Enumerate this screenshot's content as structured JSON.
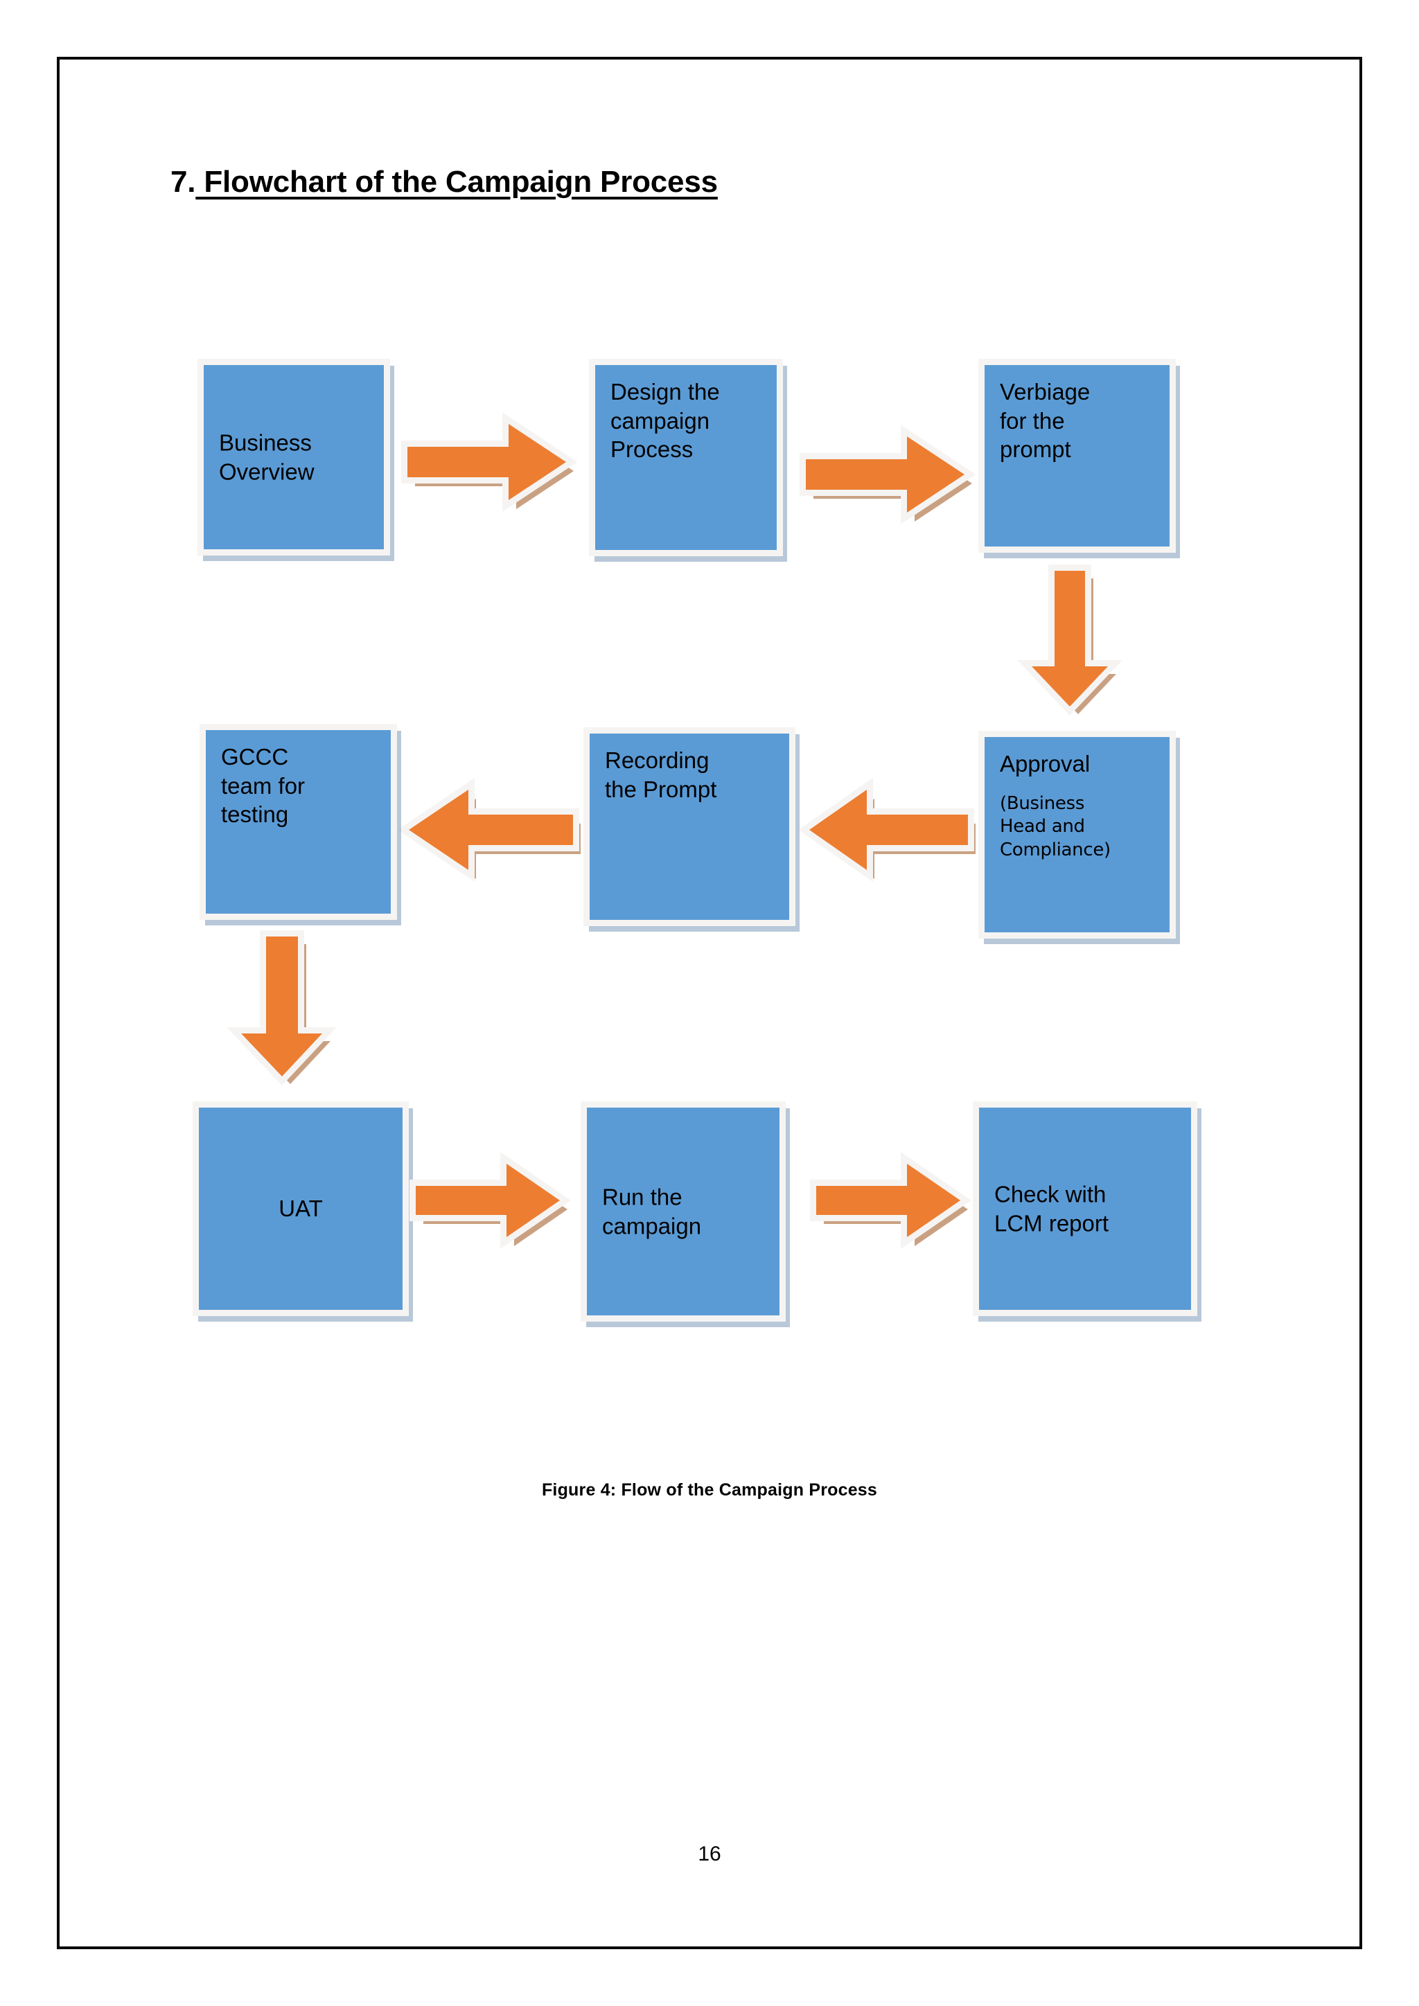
{
  "document": {
    "heading_number": "7.",
    "heading_text": " Flowchart of the Campaign Process",
    "caption": "Figure 4: Flow of the Campaign Process",
    "page_number": "16"
  },
  "colors": {
    "box_fill": "#5B9BD5",
    "box_border": "#F6F4F2",
    "box_shadow": "#7D9BB9",
    "arrow_fill": "#ED7D31",
    "arrow_outline": "#F6F4F2",
    "arrow_shadow": "#C9A182",
    "page_border": "#0A0A0A",
    "text": "#000000"
  },
  "flowchart": {
    "type": "flowchart",
    "title": "Flow of the Campaign Process",
    "nodes": [
      {
        "id": "business-overview",
        "label": "Business Overview",
        "row": 1,
        "col": 1
      },
      {
        "id": "design-campaign",
        "label": "Design the campaign Process",
        "row": 1,
        "col": 2
      },
      {
        "id": "verbiage-prompt",
        "label": "Verbiage for the prompt",
        "row": 1,
        "col": 3
      },
      {
        "id": "approval",
        "label": "Approval",
        "sublabel": "(Business Head and Compliance)",
        "row": 2,
        "col": 3
      },
      {
        "id": "recording-prompt",
        "label": "Recording the Prompt",
        "row": 2,
        "col": 2
      },
      {
        "id": "gccc-testing",
        "label": "GCCC team for testing",
        "row": 2,
        "col": 1
      },
      {
        "id": "uat",
        "label": "UAT",
        "row": 3,
        "col": 1
      },
      {
        "id": "run-campaign",
        "label": "Run the campaign",
        "row": 3,
        "col": 2
      },
      {
        "id": "check-lcm",
        "label": "Check with LCM report",
        "row": 3,
        "col": 3
      }
    ],
    "edges": [
      {
        "from": "business-overview",
        "to": "design-campaign",
        "direction": "right"
      },
      {
        "from": "design-campaign",
        "to": "verbiage-prompt",
        "direction": "right"
      },
      {
        "from": "verbiage-prompt",
        "to": "approval",
        "direction": "down"
      },
      {
        "from": "approval",
        "to": "recording-prompt",
        "direction": "left"
      },
      {
        "from": "recording-prompt",
        "to": "gccc-testing",
        "direction": "left"
      },
      {
        "from": "gccc-testing",
        "to": "uat",
        "direction": "down"
      },
      {
        "from": "uat",
        "to": "run-campaign",
        "direction": "right"
      },
      {
        "from": "run-campaign",
        "to": "check-lcm",
        "direction": "right"
      }
    ]
  },
  "node_text": {
    "business_overview_l1": "Business",
    "business_overview_l2": "Overview",
    "design_l1": "Design the",
    "design_l2": "campaign",
    "design_l3": "Process",
    "verbiage_l1": "Verbiage",
    "verbiage_l2": "for the",
    "verbiage_l3": "prompt",
    "approval_main": "Approval",
    "approval_sub_l1": "(Business",
    "approval_sub_l2": "Head and",
    "approval_sub_l3": "Compliance)",
    "recording_l1": "Recording",
    "recording_l2": "the Prompt",
    "gccc_l1": "GCCC",
    "gccc_l2": "team for",
    "gccc_l3": "testing",
    "uat": "UAT",
    "run_l1": "Run the",
    "run_l2": "campaign",
    "check_l1": "Check with",
    "check_l2": "LCM report"
  }
}
